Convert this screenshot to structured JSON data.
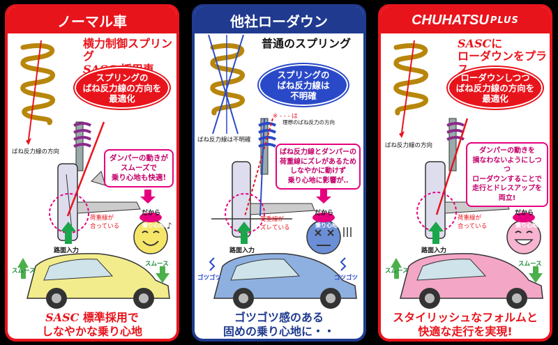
{
  "panels": [
    {
      "header": "ノーマル車",
      "title_line1": "横力制御スプリング",
      "title_line2_brand": "SASC",
      "title_line2_rest": "採用車",
      "oval": "スプリングの\nばね反力線の方向を\n最適化",
      "reaction_line_label": "ばね反力線の方向",
      "bubble": "ダンパーの動きが\nスムーズで\n乗り心地も快適!",
      "load_line_label": "荷重線が\n合っている",
      "dakara": "だから",
      "ride_badge": "乗り心地",
      "road_input": "路面入力",
      "smooth_left": "スムース",
      "smooth_right": "スムース",
      "bottom_brand": "SASC",
      "bottom_line1": "標準採用で",
      "bottom_line2": "しなやかな乗り心地",
      "accent": "#e8141c",
      "car_color": "#f2ec8c"
    },
    {
      "header": "他社ローダウン",
      "title": "普通のスプリング",
      "oval": "スプリングの\nばね反力線は\n不明確",
      "ideal_note_mark": "※ - - - は",
      "ideal_note": "理想のばね反力の方向",
      "reaction_line_label": "ばね反力線は不明確",
      "bubble": "ばね反力線とダンパーの\n荷重線にズレがあるため\nしなやかに動けず\n乗り心地に影響が‥",
      "load_line_label": "荷重線が\nズレている",
      "dakara": "だから",
      "ride_badge": "乗り心地",
      "road_input": "路面入力",
      "bump_left": "ゴツゴツ",
      "bump_right": "ゴツゴツ",
      "bottom_line1": "ゴツゴツ感のある",
      "bottom_line2": "固めの乗り心地に・・",
      "accent": "#1f3a8f",
      "car_color": "#8eb0e0"
    },
    {
      "header_brand": "CHUHATSU",
      "header_plus": "PLUS",
      "title_line1_brand": "SASC",
      "title_line1_rest": "に",
      "title_line2": "ローダウンをプラス",
      "oval": "ローダウンしつつ\nばね反力線の方向を\n最適化",
      "reaction_line_label": "ばね反力線の方向",
      "bubble": "ダンパーの動きを\n損なわないようにしつつ\nローダウンすることで\n走行とドレスアップを両立!",
      "load_line_label": "荷重線が\n合っている",
      "dakara": "だから",
      "ride_badge": "乗り心地",
      "road_input": "路面入力",
      "smooth_left": "スムース",
      "smooth_right": "スムース",
      "bottom_line1": "スタイリッシュなフォルムと",
      "bottom_line2": "快適な走行を実現!",
      "accent": "#e8141c",
      "car_color": "#f4a6c6"
    }
  ]
}
